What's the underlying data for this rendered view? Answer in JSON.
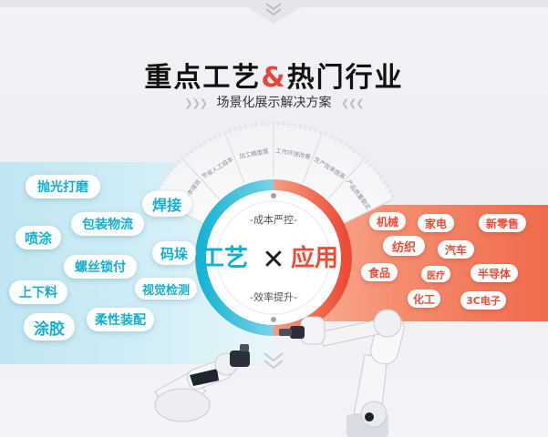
{
  "heading": {
    "part1": "重点工艺",
    "amp": "&",
    "part2": "热门行业"
  },
  "subtitle": "场景化展示解决方案",
  "center": {
    "left_word": "工艺",
    "right_word": "应用",
    "cross_symbol": "✕",
    "top_caption": "-成本严控-",
    "bottom_caption": "-效率提升-"
  },
  "fan_labels": [
    "助力降本增效",
    "节省人工成本",
    "加工精度高",
    "工作环境改善",
    "生产效率提高",
    "产品质量稳定"
  ],
  "process_items": [
    "抛光打磨",
    "焊接",
    "包装物流",
    "喷涂",
    "码垛",
    "螺丝锁付",
    "视觉检测",
    "上下料",
    "柔性装配",
    "涂胶"
  ],
  "industry_items": [
    "机械",
    "家电",
    "新零售",
    "纺织",
    "汽车",
    "食品",
    "医疗",
    "半导体",
    "化工",
    "3C电子"
  ],
  "colors": {
    "accent_blue": "#12b0cf",
    "accent_red": "#ec4b34",
    "title": "#111111"
  },
  "icons": [
    "chevron-down-icon",
    "robot-arm-illustration"
  ]
}
